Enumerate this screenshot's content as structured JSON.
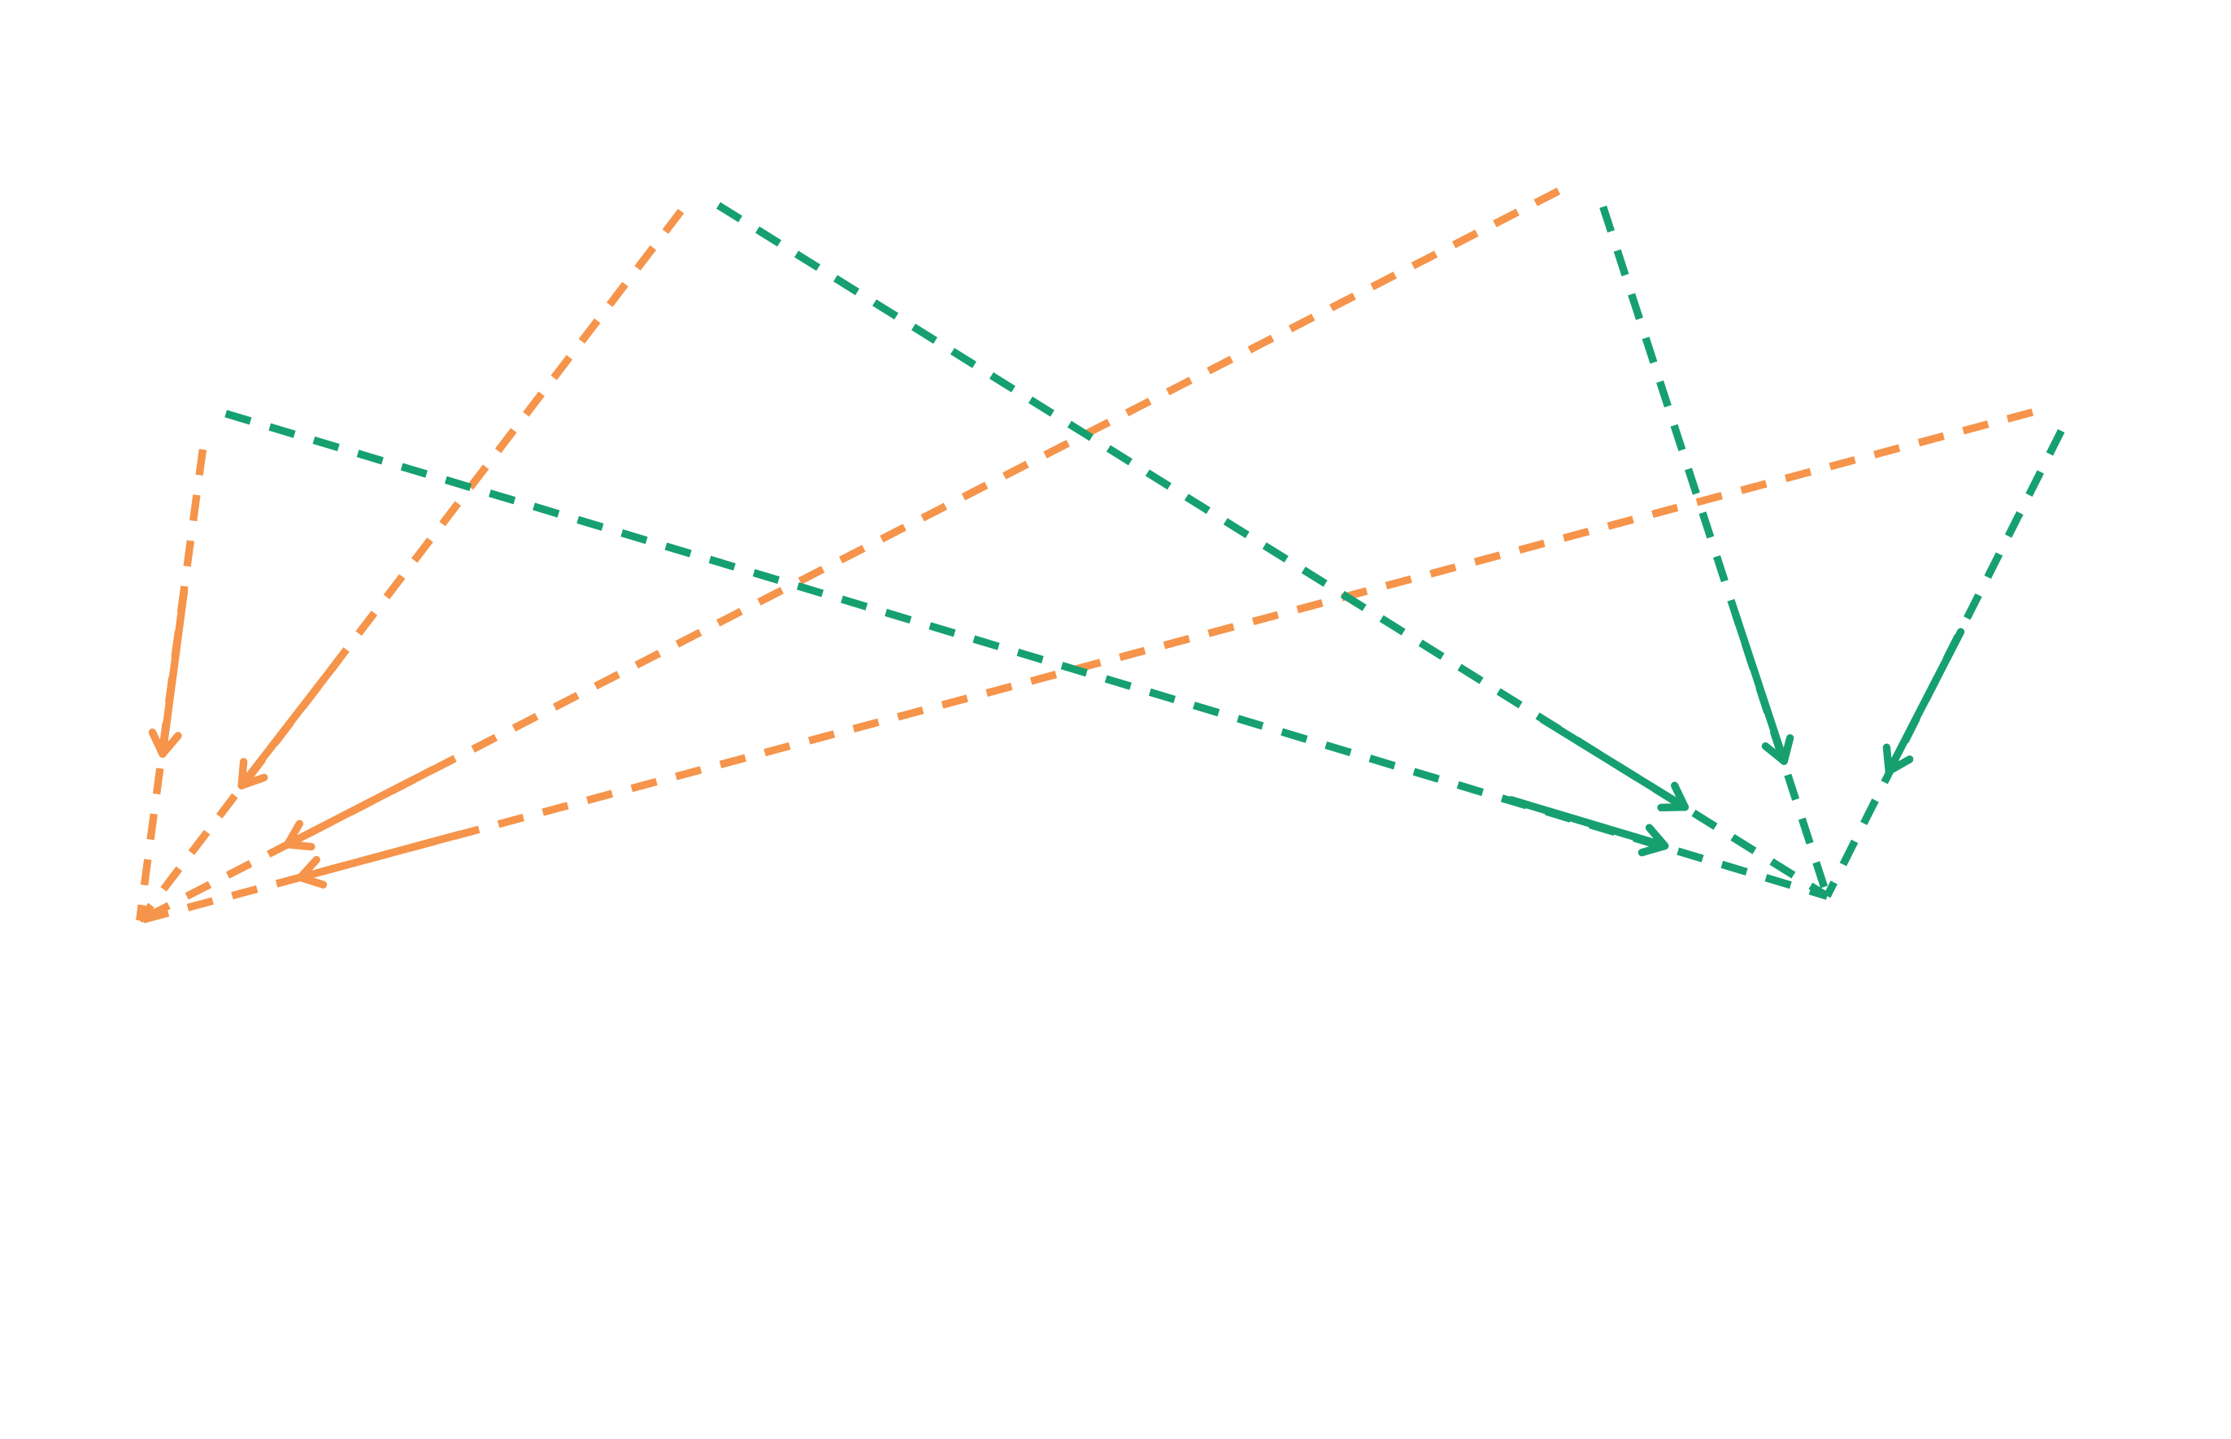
{
  "diagram": {
    "type": "arrow-fan",
    "colors": {
      "orange": "#f5944a",
      "green": "#16a070",
      "background": "#ffffff"
    },
    "groups": [
      {
        "name": "orange-group",
        "color_key": "orange",
        "edge_count": 4
      },
      {
        "name": "green-group",
        "color_key": "green",
        "edge_count": 4
      }
    ],
    "line_style": "dashed with solid arrowhead segment"
  }
}
